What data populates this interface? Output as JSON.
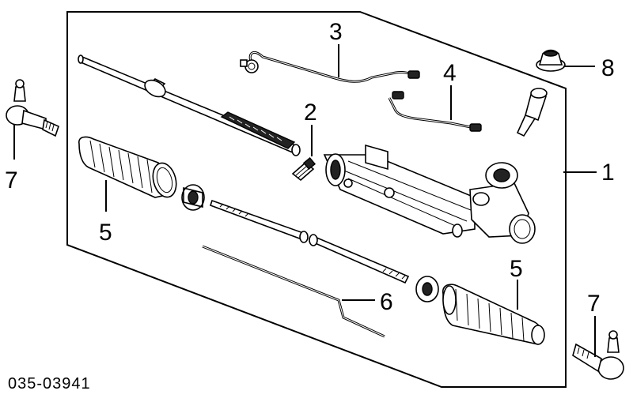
{
  "diagram": {
    "callouts": {
      "c1": "1",
      "c2": "2",
      "c3": "3",
      "c4": "4",
      "c5a": "5",
      "c5b": "5",
      "c6": "6",
      "c7a": "7",
      "c7b": "7",
      "c8": "8"
    },
    "catalog_number": "035-03941"
  }
}
